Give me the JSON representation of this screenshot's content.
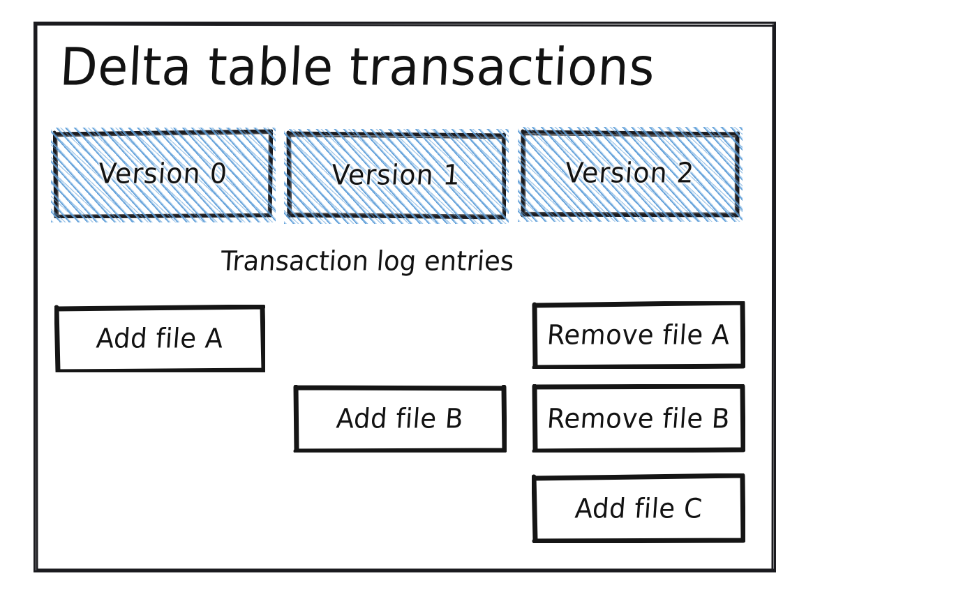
{
  "diagram": {
    "title": "Delta table transactions",
    "caption": "Transaction log entries",
    "versions": [
      {
        "label": "Version 0"
      },
      {
        "label": "Version 1"
      },
      {
        "label": "Version 2"
      }
    ],
    "log_entries": [
      {
        "label": "Add file A"
      },
      {
        "label": "Add file B"
      },
      {
        "label": "Remove file A"
      },
      {
        "label": "Remove file B"
      },
      {
        "label": "Add file C"
      }
    ],
    "colors": {
      "ink": "#121212",
      "frame": "#1b1b1f",
      "hatch_blue": "#5a9bd7",
      "background": "#ffffff"
    }
  }
}
